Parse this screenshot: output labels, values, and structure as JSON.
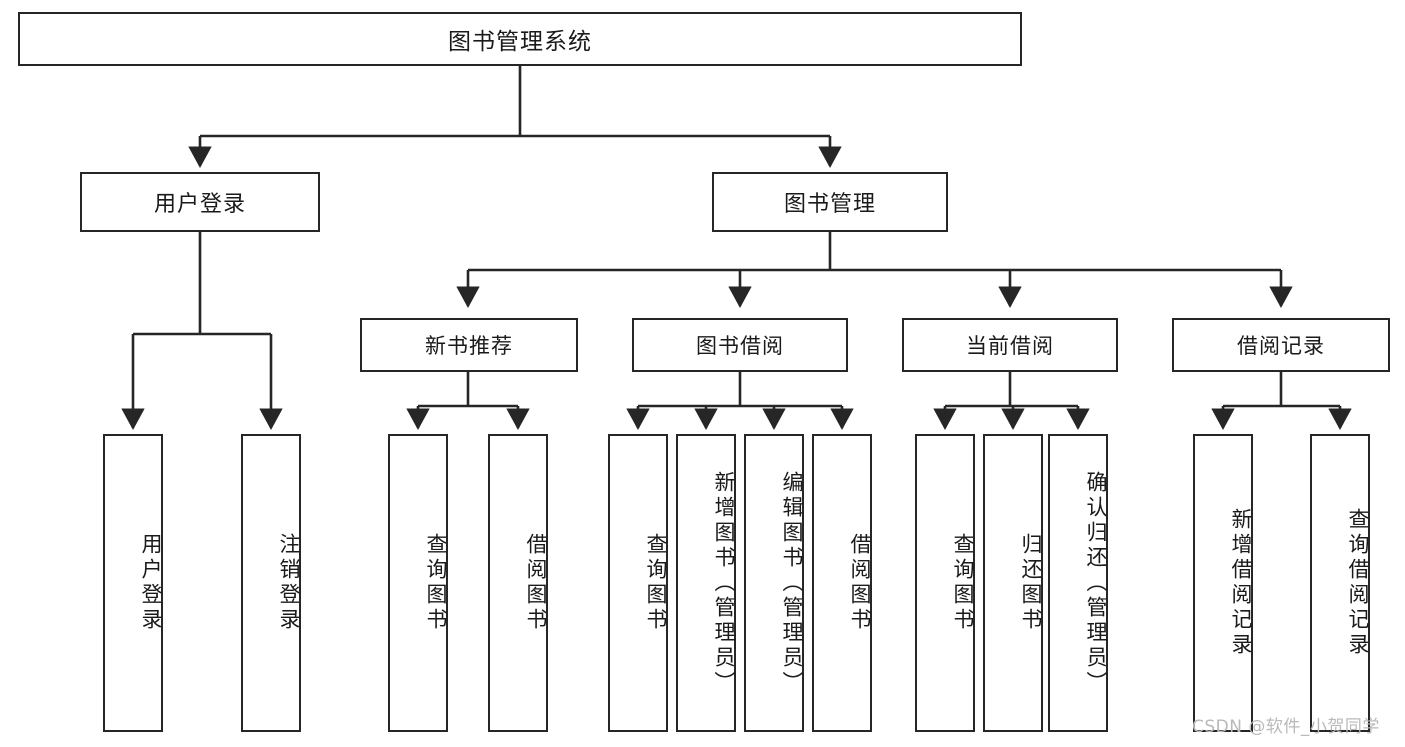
{
  "diagram": {
    "title": "图书管理系统",
    "type": "tree-hierarchy-chart",
    "watermark": "CSDN @软件_小贺同学",
    "colors": {
      "stroke": "#262626",
      "fill": "#ffffff",
      "text": "#1a1a1a",
      "watermark": "#b9b9b9"
    },
    "nodes": {
      "root": {
        "label": "图书管理系统"
      },
      "level2": [
        {
          "id": "user-login",
          "label": "用户登录"
        },
        {
          "id": "book-manage",
          "label": "图书管理"
        }
      ],
      "level3": [
        {
          "id": "new-book-recommend",
          "label": "新书推荐"
        },
        {
          "id": "book-borrow",
          "label": "图书借阅"
        },
        {
          "id": "current-borrow",
          "label": "当前借阅"
        },
        {
          "id": "borrow-record",
          "label": "借阅记录"
        }
      ],
      "leaves": {
        "user_login": [
          {
            "id": "leaf-user-login",
            "label": "用户登录"
          },
          {
            "id": "leaf-logout-login",
            "label": "注销登录"
          }
        ],
        "new_book_recommend": [
          {
            "id": "leaf-query-book-1",
            "label": "查询图书"
          },
          {
            "id": "leaf-borrow-book-1",
            "label": "借阅图书"
          }
        ],
        "book_borrow": [
          {
            "id": "leaf-query-book-2",
            "label": "查询图书"
          },
          {
            "id": "leaf-add-book-admin",
            "label": "新增图书（管理员）"
          },
          {
            "id": "leaf-edit-book-admin",
            "label": "编辑图书（管理员）"
          },
          {
            "id": "leaf-borrow-book-2",
            "label": "借阅图书"
          }
        ],
        "current_borrow": [
          {
            "id": "leaf-query-book-3",
            "label": "查询图书"
          },
          {
            "id": "leaf-return-book",
            "label": "归还图书"
          },
          {
            "id": "leaf-confirm-return-admin",
            "label": "确认归还（管理员）"
          }
        ],
        "borrow_record": [
          {
            "id": "leaf-add-borrow-record",
            "label": "新增借阅记录"
          },
          {
            "id": "leaf-query-borrow-record",
            "label": "查询借阅记录"
          }
        ]
      }
    }
  }
}
